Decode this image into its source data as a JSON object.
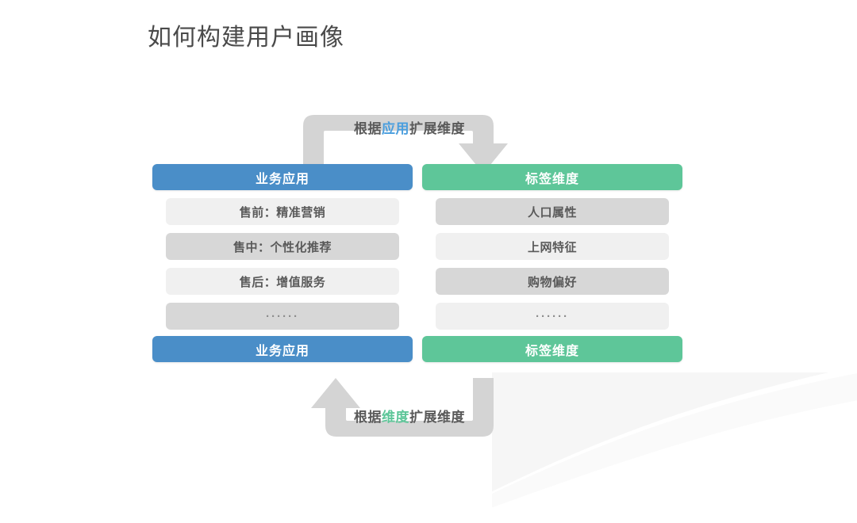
{
  "page": {
    "title": "如何构建用户画像",
    "background": "#ffffff"
  },
  "colors": {
    "blue": "#4a8ec8",
    "green": "#5ec699",
    "arrow_gray": "#d4d4d4",
    "row_light": "#f0f0f0",
    "row_dark": "#d7d7d7",
    "text_dark": "#5a5a5a",
    "highlight_blue": "#4a9ede",
    "highlight_green": "#5ec699"
  },
  "arrows": {
    "top": {
      "label_prefix": "根据",
      "label_highlight": "应用",
      "label_suffix": "扩展维度",
      "highlight_color": "#4a9ede",
      "direction": "left-to-right",
      "name": "arrow-top"
    },
    "bottom": {
      "label_prefix": "根据",
      "label_highlight": "维度",
      "label_suffix": "扩展维度",
      "highlight_color": "#5ec699",
      "direction": "right-to-left",
      "name": "arrow-bottom"
    }
  },
  "columns": {
    "left": {
      "header": "业务应用",
      "footer": "业务应用",
      "accent": "#4a8ec8",
      "items": [
        {
          "label": "售前：精准营销",
          "shade": "light"
        },
        {
          "label": "售中：个性化推荐",
          "shade": "dark"
        },
        {
          "label": "售后：增值服务",
          "shade": "light"
        },
        {
          "label": "······",
          "shade": "dark"
        }
      ]
    },
    "right": {
      "header": "标签维度",
      "footer": "标签维度",
      "accent": "#5ec699",
      "items": [
        {
          "label": "人口属性",
          "shade": "dark"
        },
        {
          "label": "上网特征",
          "shade": "light"
        },
        {
          "label": "购物偏好",
          "shade": "dark"
        },
        {
          "label": "······",
          "shade": "light"
        }
      ]
    }
  }
}
